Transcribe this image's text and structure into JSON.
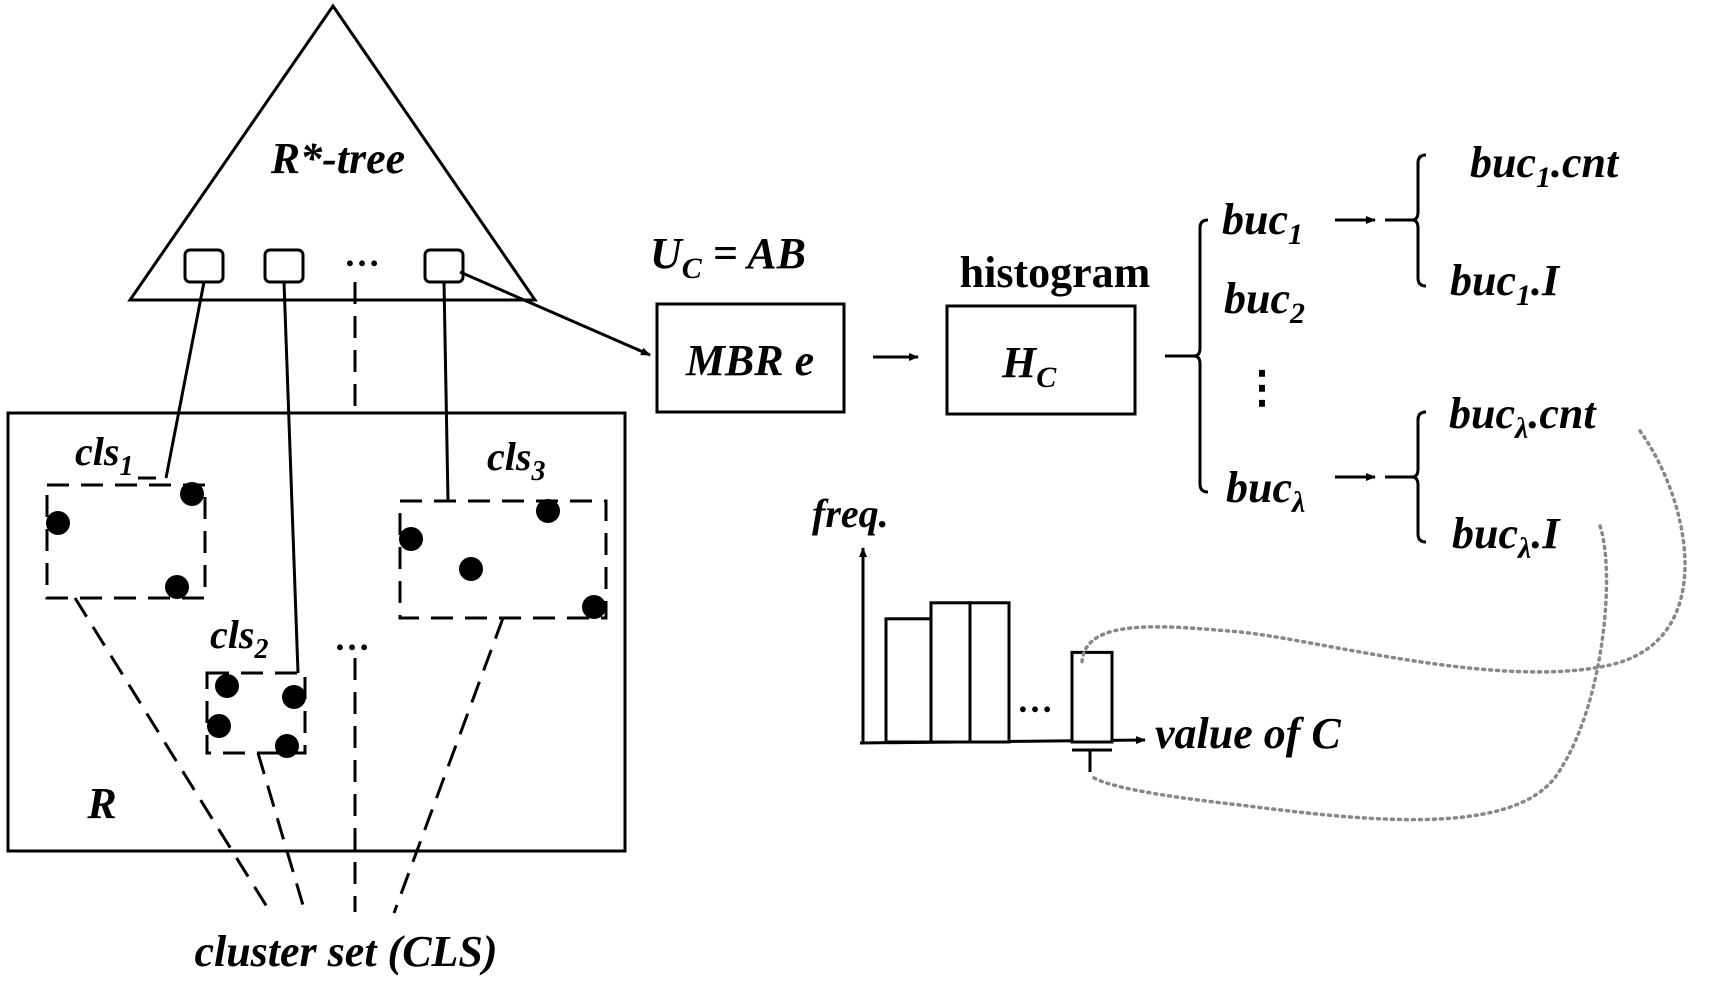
{
  "tree": {
    "label": "R*-tree",
    "ellipsis": "…"
  },
  "region": {
    "label": "R"
  },
  "clusters": [
    {
      "name": "cls",
      "sub": "1"
    },
    {
      "name": "cls",
      "sub": "2"
    },
    {
      "name": "cls",
      "sub": "3"
    }
  ],
  "cluster_ellipsis": "…",
  "cluster_set_label": "cluster set (CLS)",
  "uc": {
    "u": "U",
    "sub": "C",
    "rest": " = AB"
  },
  "mbr": {
    "label": "MBR e"
  },
  "histogram": {
    "title": "histogram",
    "h": "H",
    "sub": "C"
  },
  "buckets": {
    "b1": {
      "name": "buc",
      "sub": "1"
    },
    "b2": {
      "name": "buc",
      "sub": "2"
    },
    "bl": {
      "name": "buc",
      "sub": "λ"
    },
    "b1_cnt": {
      "name": "buc",
      "sub": "1",
      "field": ".cnt"
    },
    "b1_I": {
      "name": "buc",
      "sub": "1",
      "field": ".I"
    },
    "bl_cnt": {
      "name": "buc",
      "sub": "λ",
      "field": ".cnt"
    },
    "bl_I": {
      "name": "buc",
      "sub": "λ",
      "field": ".I"
    },
    "vdots": "⋮"
  },
  "chart": {
    "ylabel": "freq.",
    "xlabel": "value of C",
    "ellipsis": "…"
  },
  "chart_data": {
    "type": "bar",
    "categories": [
      "",
      "",
      "",
      ""
    ],
    "values": [
      0.77,
      0.87,
      0.87,
      0.56
    ],
    "title": "",
    "xlabel": "value of C",
    "ylabel": "freq."
  }
}
